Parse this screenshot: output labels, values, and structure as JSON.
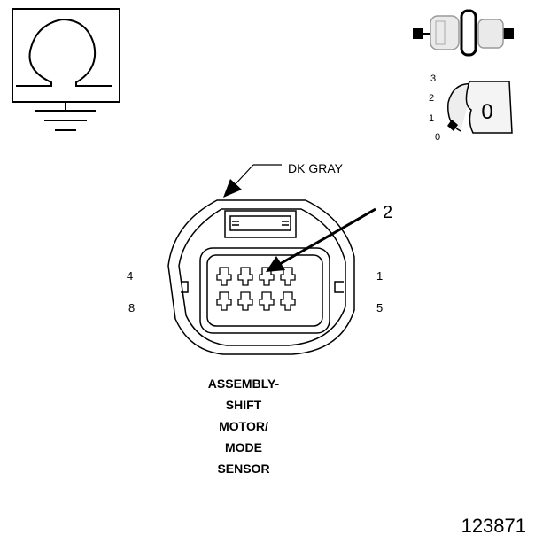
{
  "callouts": {
    "wire_color": "DK GRAY",
    "pin_pointer": "2"
  },
  "pin_numbers": {
    "top_left": "4",
    "bottom_left": "8",
    "top_right": "1",
    "bottom_right": "5"
  },
  "ignition_switch": {
    "positions": [
      "3",
      "2",
      "1",
      "0"
    ],
    "key_label": "0"
  },
  "caption_lines": [
    "ASSEMBLY-",
    "SHIFT",
    "MOTOR/",
    "MODE",
    "SENSOR"
  ],
  "figure_number": "123871",
  "icons": [
    "ohmmeter-icon",
    "ground-icon",
    "connector-disconnected-icon",
    "ignition-key-icon"
  ]
}
